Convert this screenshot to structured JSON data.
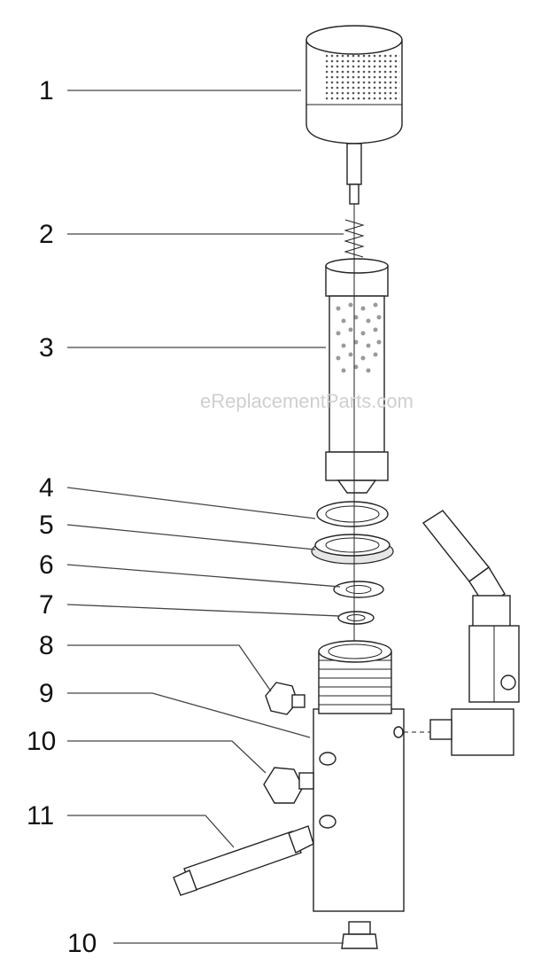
{
  "watermark": "eReplacementParts.com",
  "callouts": [
    {
      "id": "c1",
      "label": "1"
    },
    {
      "id": "c2",
      "label": "2"
    },
    {
      "id": "c3",
      "label": "3"
    },
    {
      "id": "c4",
      "label": "4"
    },
    {
      "id": "c5",
      "label": "5"
    },
    {
      "id": "c6",
      "label": "6"
    },
    {
      "id": "c7",
      "label": "7"
    },
    {
      "id": "c8",
      "label": "8"
    },
    {
      "id": "c9",
      "label": "9"
    },
    {
      "id": "c10a",
      "label": "10"
    },
    {
      "id": "c11",
      "label": "11"
    },
    {
      "id": "c10b",
      "label": "10"
    }
  ]
}
